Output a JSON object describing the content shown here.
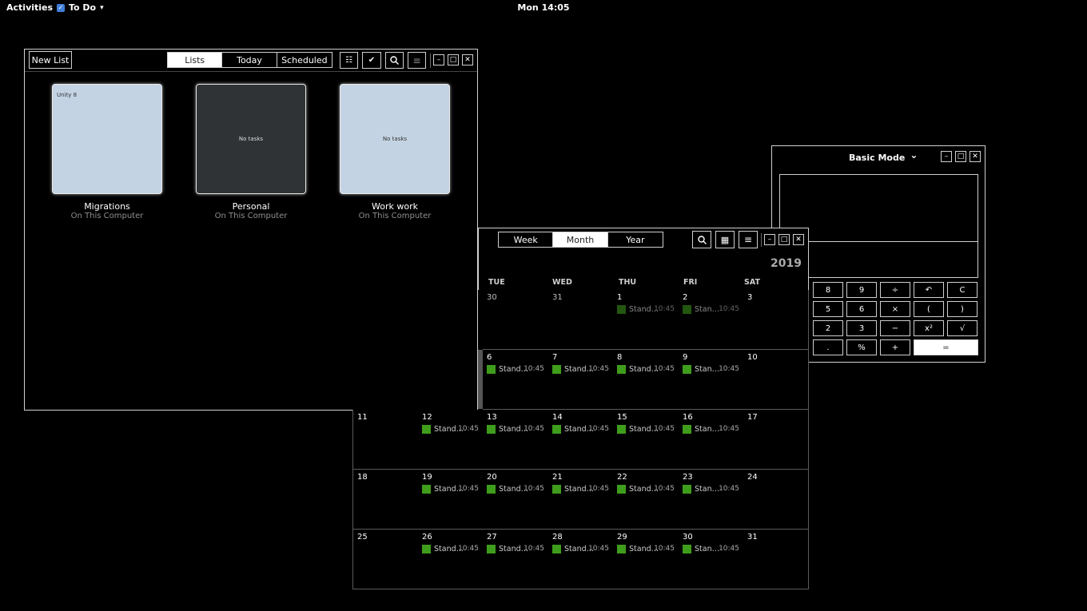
{
  "topbar": {
    "activities": "Activities",
    "app_name": "To Do",
    "app_menu_arrow": "▾",
    "clock": "Mon 14:05"
  },
  "todo": {
    "new_list": "New List",
    "tabs": [
      {
        "label": "Lists",
        "active": true
      },
      {
        "label": "Today",
        "active": false
      },
      {
        "label": "Scheduled",
        "active": false
      }
    ],
    "lists": [
      {
        "title": "Migrations",
        "subtitle": "On This Computer",
        "preview": "Unity 8",
        "theme": "light",
        "color": "#c3d3e3"
      },
      {
        "title": "Personal",
        "subtitle": "On This Computer",
        "preview": "No tasks",
        "theme": "dark",
        "color": "#2f3335"
      },
      {
        "title": "Work work",
        "subtitle": "On This Computer",
        "preview": "No tasks",
        "theme": "light",
        "color": "#c3d3e3"
      }
    ]
  },
  "calendar": {
    "views": [
      {
        "label": "Week",
        "active": false
      },
      {
        "label": "Month",
        "active": true
      },
      {
        "label": "Year",
        "active": false
      }
    ],
    "year": "2019",
    "weekdays": [
      "TUE",
      "WED",
      "THU",
      "FRI",
      "SAT"
    ],
    "event_color": "#3f9d1c",
    "rows": [
      [
        {
          "day": "",
          "events": []
        },
        {
          "day": "",
          "events": []
        },
        {
          "day": "30",
          "other": true,
          "events": []
        },
        {
          "day": "31",
          "other": true,
          "events": []
        },
        {
          "day": "1",
          "events": [
            {
              "label": "Stand…",
              "time": "10:45"
            }
          ]
        },
        {
          "day": "2",
          "events": [
            {
              "label": "Stan…",
              "time": "10:45"
            }
          ]
        },
        {
          "day": "3",
          "events": []
        }
      ],
      [
        {
          "day": "",
          "events": []
        },
        {
          "day": "",
          "events": []
        },
        {
          "day": "6",
          "events": [
            {
              "label": "Stand…",
              "time": "10:45"
            }
          ]
        },
        {
          "day": "7",
          "events": [
            {
              "label": "Stand…",
              "time": "10:45"
            }
          ]
        },
        {
          "day": "8",
          "events": [
            {
              "label": "Stand…",
              "time": "10:45"
            }
          ]
        },
        {
          "day": "9",
          "events": [
            {
              "label": "Stan…",
              "time": "10:45"
            }
          ]
        },
        {
          "day": "10",
          "events": []
        }
      ],
      [
        {
          "day": "11",
          "events": []
        },
        {
          "day": "12",
          "events": [
            {
              "label": "Stand…",
              "time": "10:45"
            }
          ]
        },
        {
          "day": "13",
          "events": [
            {
              "label": "Stand…",
              "time": "10:45"
            }
          ]
        },
        {
          "day": "14",
          "events": [
            {
              "label": "Stand…",
              "time": "10:45"
            }
          ]
        },
        {
          "day": "15",
          "events": [
            {
              "label": "Stand…",
              "time": "10:45"
            }
          ]
        },
        {
          "day": "16",
          "events": [
            {
              "label": "Stan…",
              "time": "10:45"
            }
          ]
        },
        {
          "day": "17",
          "events": []
        }
      ],
      [
        {
          "day": "18",
          "events": []
        },
        {
          "day": "19",
          "events": [
            {
              "label": "Stand…",
              "time": "10:45"
            }
          ]
        },
        {
          "day": "20",
          "events": [
            {
              "label": "Stand…",
              "time": "10:45"
            }
          ]
        },
        {
          "day": "21",
          "events": [
            {
              "label": "Stand…",
              "time": "10:45"
            }
          ]
        },
        {
          "day": "22",
          "events": [
            {
              "label": "Stand…",
              "time": "10:45"
            }
          ]
        },
        {
          "day": "23",
          "events": [
            {
              "label": "Stan…",
              "time": "10:45"
            }
          ]
        },
        {
          "day": "24",
          "events": []
        }
      ],
      [
        {
          "day": "25",
          "events": []
        },
        {
          "day": "26",
          "events": [
            {
              "label": "Stand…",
              "time": "10:45"
            }
          ]
        },
        {
          "day": "27",
          "events": [
            {
              "label": "Stand…",
              "time": "10:45"
            }
          ]
        },
        {
          "day": "28",
          "events": [
            {
              "label": "Stand…",
              "time": "10:45"
            }
          ]
        },
        {
          "day": "29",
          "events": [
            {
              "label": "Stand…",
              "time": "10:45"
            }
          ]
        },
        {
          "day": "30",
          "events": [
            {
              "label": "Stan…",
              "time": "10:45"
            }
          ]
        },
        {
          "day": "31",
          "events": []
        }
      ]
    ]
  },
  "calculator": {
    "mode": "Basic Mode",
    "mode_arrow": "⌄",
    "buttons": [
      [
        "8",
        "9",
        "÷",
        "↶",
        "C"
      ],
      [
        "5",
        "6",
        "×",
        "(",
        ")"
      ],
      [
        "2",
        "3",
        "−",
        "x²",
        "√"
      ],
      [
        ".",
        "%",
        "+",
        "="
      ]
    ]
  },
  "icons": {
    "checklist": "☷",
    "check": "✔",
    "search": "🔍",
    "menu": "≡",
    "minimize": "–",
    "maximize": "□",
    "close": "✕",
    "calendar": "▦"
  }
}
